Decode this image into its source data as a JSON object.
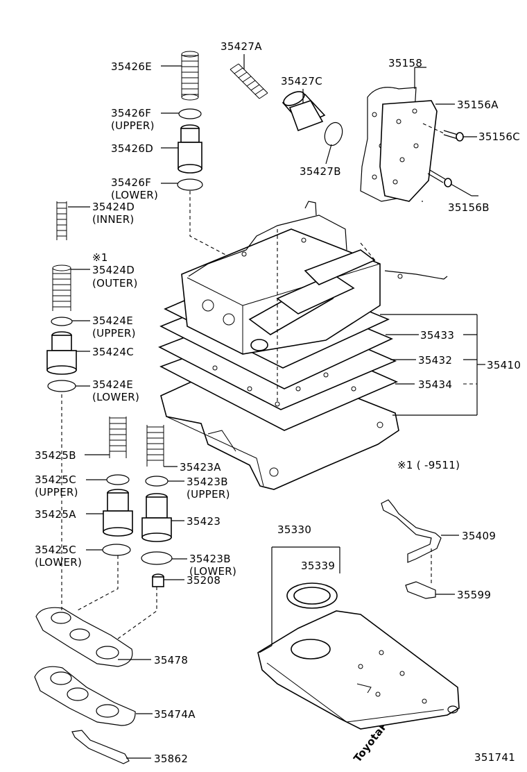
{
  "watermark": "ToyotaParts.ru",
  "diagram_id": "351741",
  "note": "※1 (       -9511)",
  "labels": {
    "p35426E": "35426E",
    "p35426F_upper": "35426F",
    "p35426F_upper_sub": "(UPPER)",
    "p35426D": "35426D",
    "p35426F_lower": "35426F",
    "p35426F_lower_sub": "(LOWER)",
    "p35424D_inner": "35424D",
    "p35424D_inner_sub": "(INNER)",
    "p35424D_outer_mark": "※1",
    "p35424D_outer": "35424D",
    "p35424D_outer_sub": "(OUTER)",
    "p35424E_upper": "35424E",
    "p35424E_upper_sub": "(UPPER)",
    "p35424C": "35424C",
    "p35424E_lower": "35424E",
    "p35424E_lower_sub": "(LOWER)",
    "p35427A": "35427A",
    "p35427C": "35427C",
    "p35427B": "35427B",
    "p35158": "35158",
    "p35156A": "35156A",
    "p35156C": "35156C",
    "p35156B": "35156B",
    "p35433": "35433",
    "p35432": "35432",
    "p35410": "35410",
    "p35434": "35434",
    "p35425B": "35425B",
    "p35423A": "35423A",
    "p35425C_upper": "35425C",
    "p35425C_upper_sub": "(UPPER)",
    "p35423B_upper": "35423B",
    "p35423B_upper_sub": "(UPPER)",
    "p35425A": "35425A",
    "p35423": "35423",
    "p35425C_lower": "35425C",
    "p35425C_lower_sub": "(LOWER)",
    "p35423B_lower": "35423B",
    "p35423B_lower_sub": "(LOWER)",
    "p35208": "35208",
    "p35330": "35330",
    "p35339": "35339",
    "p35409": "35409",
    "p35599": "35599",
    "p35478": "35478",
    "p35474A": "35474A",
    "p35862": "35862"
  }
}
